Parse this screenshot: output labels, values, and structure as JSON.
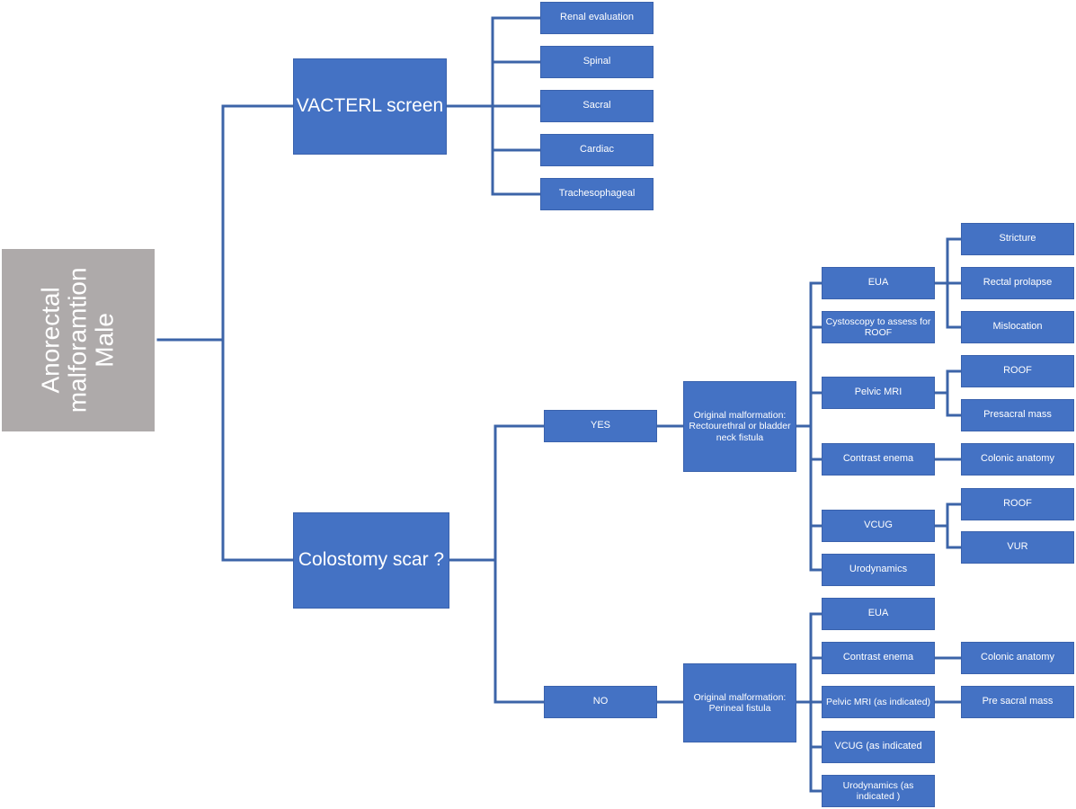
{
  "root": {
    "line1": "Anorectal",
    "line2": "malforamtion",
    "line3": "Male"
  },
  "vacterl": {
    "title": "VACTERL screen",
    "items": [
      "Renal evaluation",
      "Spinal",
      "Sacral",
      "Cardiac",
      "Trachesophageal"
    ]
  },
  "colostomy": {
    "title": "Colostomy scar ?",
    "yes": {
      "label": "YES",
      "malformation": "Original malformation: Rectourethral or bladder neck fistula",
      "tests": {
        "eua": "EUA",
        "cystoscopy": "Cystoscopy to assess for ROOF",
        "pelvic_mri": "Pelvic MRI",
        "contrast_enema": "Contrast enema",
        "vcug": "VCUG",
        "urodynamics": "Urodynamics"
      },
      "outcomes": {
        "stricture": "Stricture",
        "rectal_prolapse": "Rectal prolapse",
        "mislocation": "Mislocation",
        "roof_mri": "ROOF",
        "presacral_mass": "Presacral mass",
        "colonic_anatomy": "Colonic anatomy",
        "roof_vcug": "ROOF",
        "vur": "VUR"
      }
    },
    "no": {
      "label": "NO",
      "malformation": "Original malformation: Perineal fistula",
      "tests": {
        "eua": "EUA",
        "contrast_enema": "Contrast enema",
        "pelvic_mri": "Pelvic MRI (as indicated)",
        "vcug": "VCUG (as indicated",
        "urodynamics": "Urodynamics (as indicated )"
      },
      "outcomes": {
        "colonic_anatomy": "Colonic anatomy",
        "pre_sacral_mass": "Pre sacral mass"
      }
    }
  },
  "colors": {
    "node": "#4472c4",
    "root": "#aeaaaa",
    "connector": "#3c64a8"
  }
}
